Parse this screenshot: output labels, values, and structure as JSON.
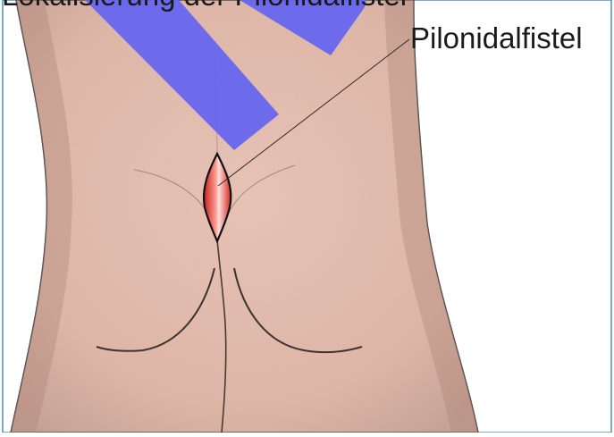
{
  "label": {
    "text": "Pilonidalfistel"
  },
  "top_caption": {
    "text": "Lokalisierung der Pilonidalfistel"
  },
  "colors": {
    "skin": "#e8bfb0",
    "skin_shadow": "#c7a092",
    "outline": "#3a3a3a",
    "tape": "#6666ee",
    "fistula_fill": "#e23b35",
    "fistula_highlight": "#ffd6d0",
    "frame_border": "#4a90b8"
  },
  "elements": {
    "tape_count": 2,
    "fistula": "pilonidal sinus lesion"
  }
}
